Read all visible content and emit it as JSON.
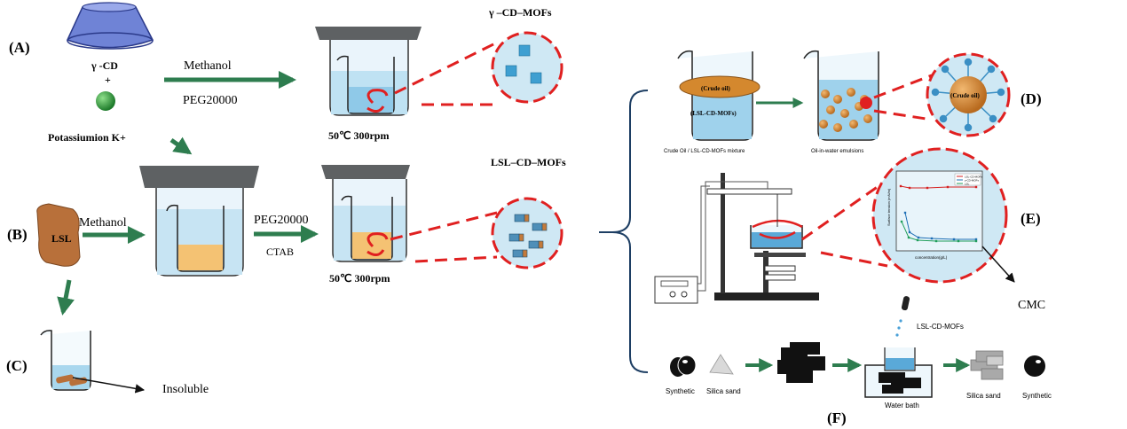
{
  "panels": {
    "a": "(A)",
    "b": "(B)",
    "c": "(C)",
    "d": "(D)",
    "e": "(E)",
    "f": "(F)"
  },
  "reagents": {
    "gamma_cd": "γ -CD",
    "plus": "+",
    "potassium": "Potassiumion  K+",
    "lsl": "LSL",
    "methanol_a": "Methanol",
    "peg_a": "PEG20000",
    "methanol_b": "Methanol",
    "peg_b": "PEG20000",
    "ctab": "CTAB",
    "insoluble": "Insoluble"
  },
  "conditions": {
    "a": "50℃ 300rpm",
    "b": "50℃ 300rpm"
  },
  "products": {
    "gamma_cd_mofs": "γ –CD–MOFs",
    "lsl_cd_mofs": "LSL–CD–MOFs"
  },
  "emulsion": {
    "crude_oil_layer": "(Crude oil)",
    "mixture_layer": "(LSL-CD-MOFs)",
    "mixture_caption": "Crude Oil / LSL-CD-MOFs mixture",
    "emulsion_caption": "Oil-in-water emulsions",
    "droplet_label": "(Crude oil)"
  },
  "tension": {
    "cmc": "CMC",
    "xlabel": "concentration(g/L)",
    "ylabel": "Surface tension (mN/m)",
    "legend": [
      "LSL-CD-MOFs",
      "γ-CD-MOFs",
      "LSL"
    ]
  },
  "cleaning": {
    "synthetic_left": "Synthetic",
    "silica_left": "Silica sand",
    "reagent": "LSL-CD-MOFs",
    "water_bath": "Water bath",
    "silica_right": "Silica sand",
    "synthetic_right": "Synthetic"
  },
  "colors": {
    "arrow_green": "#2e7d4f",
    "dash_red": "#e02020",
    "zoom_fill": "#cfe8f4",
    "lid_gray": "#5e6163",
    "water_blue": "#9fd2ec",
    "orange_liquid": "#f4c273",
    "lsl_brown": "#b8703a",
    "oil_orange": "#d4882e"
  }
}
